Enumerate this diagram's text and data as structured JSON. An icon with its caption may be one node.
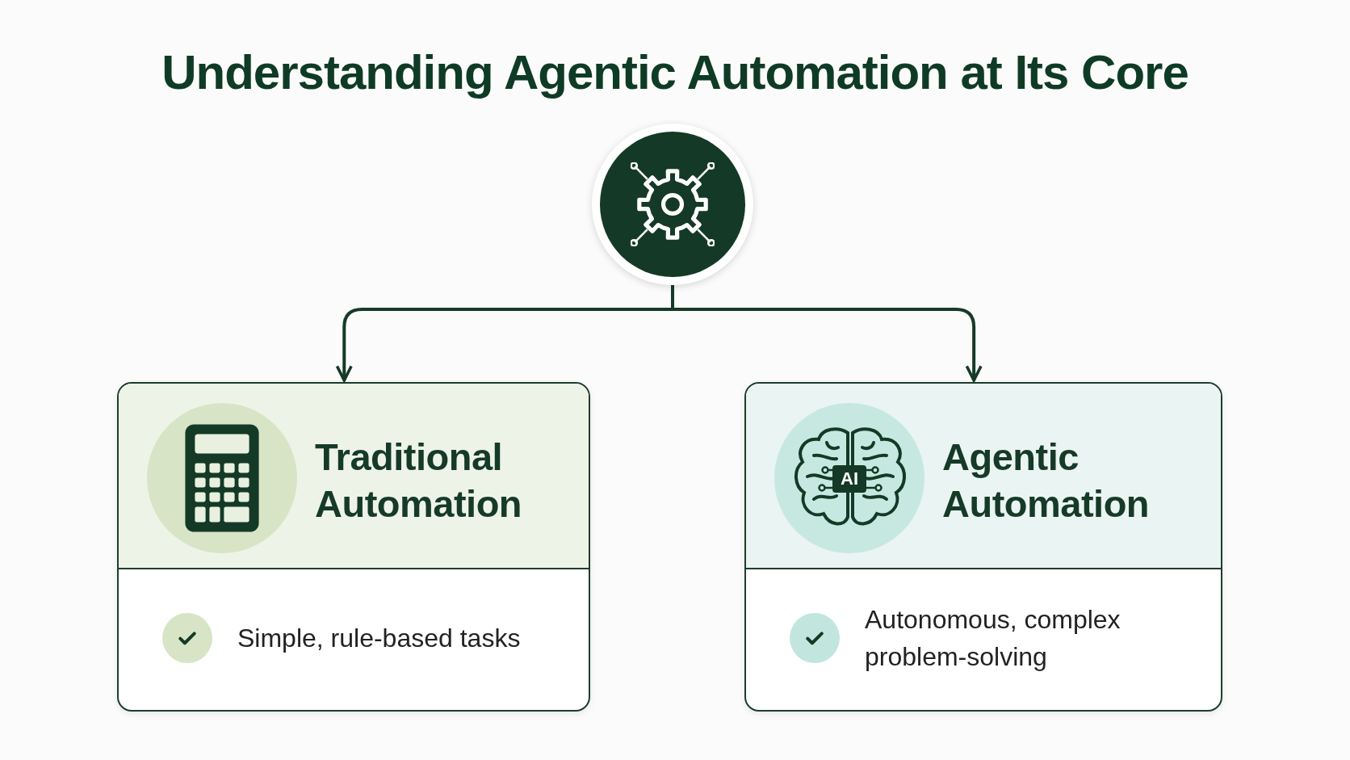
{
  "diagram": {
    "title": "Understanding Agentic Automation at Its Core",
    "nodes": [
      {
        "text": [],
        "shape": "circle"
      },
      {
        "text": [
          "Traditional Automation",
          "Simple, rule-based tasks"
        ]
      },
      {
        "text": [
          "Agentic Automation",
          "Autonomous, complex problem-solving"
        ]
      }
    ],
    "edges": [
      {
        "from": 0,
        "to": 1,
        "arrow": "to"
      },
      {
        "from": 0,
        "to": 2,
        "arrow": "to"
      }
    ],
    "labels": [
      "AI"
    ]
  }
}
